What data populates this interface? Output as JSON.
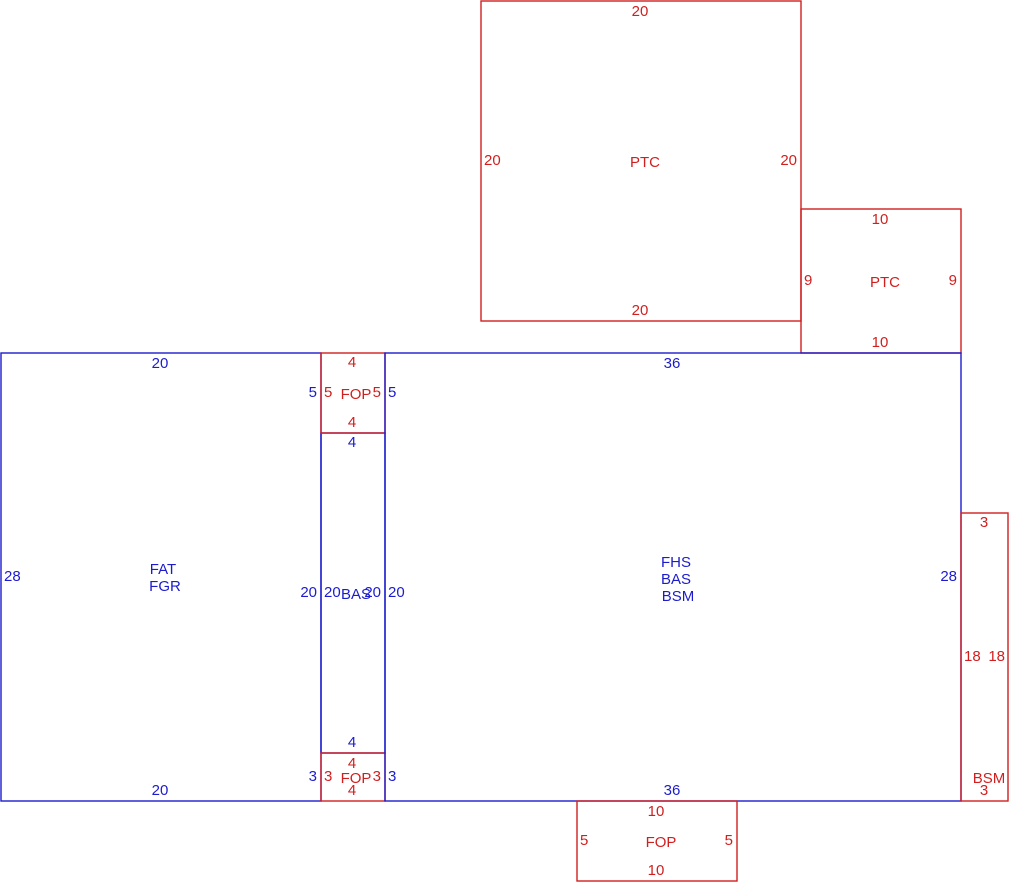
{
  "colors": {
    "red": "#d11f1f",
    "blue": "#1c1ccc",
    "background": "#ffffff"
  },
  "areas": {
    "ptc_large": {
      "name": "PTC",
      "top": "20",
      "bottom": "20",
      "left": "20",
      "right": "20"
    },
    "ptc_small": {
      "name": "PTC",
      "top": "10",
      "bottom": "10",
      "left": "9",
      "right": "9"
    },
    "fat_fgr": {
      "name_line1": "FAT",
      "name_line2": "FGR",
      "top": "20",
      "bottom": "20",
      "left": "28",
      "right": "20"
    },
    "fop_top": {
      "name": "FOP",
      "top": "4",
      "bottom": "4",
      "left": "5",
      "right": "5"
    },
    "bas_narrow": {
      "name": "BAS",
      "top": "4",
      "bottom": "4",
      "left": "20",
      "right": "20"
    },
    "fop_bottom_small": {
      "name": "FOP",
      "top": "4",
      "bottom": "4",
      "left": "3",
      "right": "3"
    },
    "fhs_bas_bsm": {
      "name_line1": "FHS",
      "name_line2": "BAS",
      "name_line3": "BSM",
      "top": "36",
      "bottom": "36",
      "left": "20",
      "right": "28"
    },
    "blue_side_labels": {
      "left_top": "5",
      "left_bottom": "3",
      "right_top": "5",
      "right_bottom": "3"
    },
    "bsm_side": {
      "name": "BSM",
      "top": "3",
      "bottom": "3",
      "left": "18",
      "right": "18"
    },
    "fop_bottom": {
      "name": "FOP",
      "top": "10",
      "bottom": "10",
      "left": "5",
      "right": "5"
    }
  }
}
